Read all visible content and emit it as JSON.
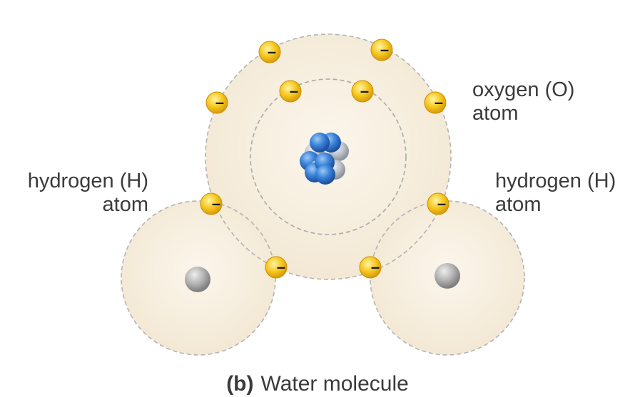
{
  "labels": {
    "oxygen_line1": "oxygen (O)",
    "oxygen_line2": "atom",
    "hydrogen_left_line1": "hydrogen (H)",
    "hydrogen_left_line2": "atom",
    "hydrogen_right_line1": "hydrogen (H)",
    "hydrogen_right_line2": "atom"
  },
  "caption": {
    "part": "(b)",
    "title": "Water molecule"
  },
  "electron_symbol": "–",
  "colors": {
    "atom_fill": "#f6eddc",
    "orbit_line": "#b3b3b3",
    "electron": "#f3c21d",
    "proton": "#2b6fc9",
    "neutron": "#b9bec6",
    "hydrogen_nucleus": "#a8a8a8"
  }
}
